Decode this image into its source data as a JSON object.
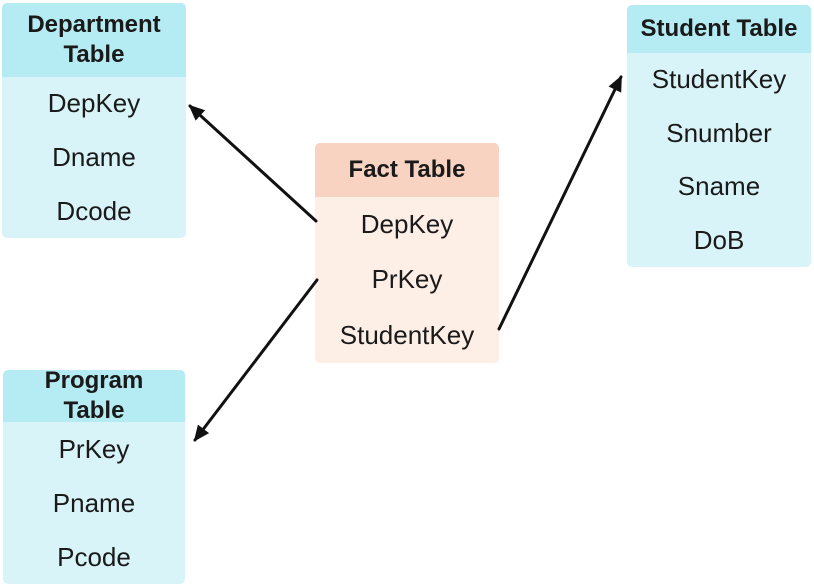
{
  "colors": {
    "dimension_header": "#b5ebf2",
    "dimension_body": "#d9f4f9",
    "fact_header": "#f8d3c1",
    "fact_body": "#fdeee6",
    "arrow": "#111111",
    "text": "#1a1a1a"
  },
  "tables": {
    "fact": {
      "title": "Fact Table",
      "fields": [
        "DepKey",
        "PrKey",
        "StudentKey"
      ]
    },
    "department": {
      "title": "Department Table",
      "fields": [
        "DepKey",
        "Dname",
        "Dcode"
      ]
    },
    "student": {
      "title": "Student Table",
      "fields": [
        "StudentKey",
        "Snumber",
        "Sname",
        "DoB"
      ]
    },
    "program": {
      "title": "Program Table",
      "fields": [
        "PrKey",
        "Pname",
        "Pcode"
      ]
    }
  },
  "relationships": [
    {
      "from": "Fact Table.DepKey",
      "to": "Department Table.DepKey"
    },
    {
      "from": "Fact Table.PrKey",
      "to": "Program Table.PrKey"
    },
    {
      "from": "Fact Table.StudentKey",
      "to": "Student Table.StudentKey"
    }
  ]
}
